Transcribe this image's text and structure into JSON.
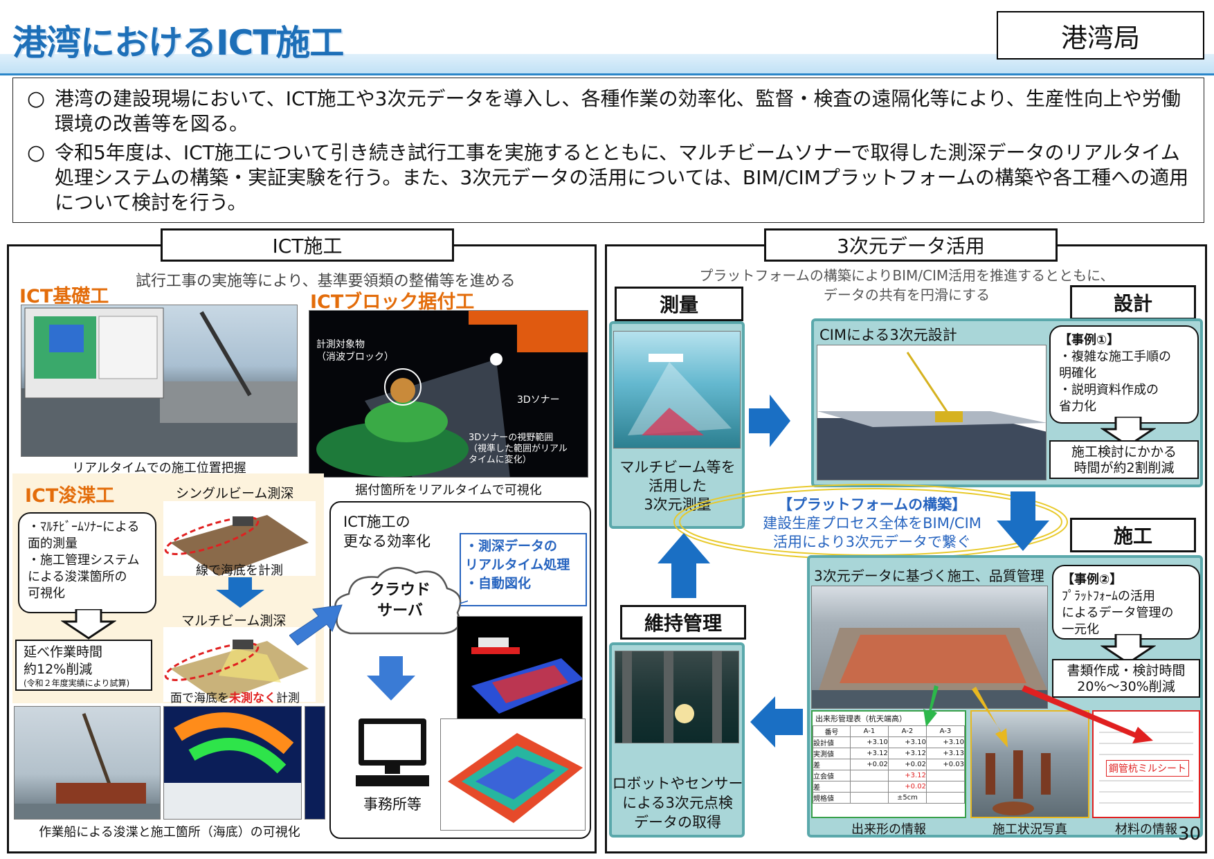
{
  "header": {
    "title": "港湾におけるICT施工",
    "dept": "港湾局",
    "page_number": "30"
  },
  "summary": [
    {
      "bullet": "○",
      "text": "港湾の建設現場において、ICT施工や3次元データを導入し、各種作業の効率化、監督・検査の遠隔化等により、生産性向上や労働環境の改善等を図る。"
    },
    {
      "bullet": "○",
      "text": "令和5年度は、ICT施工について引き続き試行工事を実施するとともに、マルチビームソナーで取得した測深データのリアルタイム処理システムの構築・実証実験を行う。また、3次元データの活用については、BIM/CIMプラットフォームの構築や各工種への適用について検討を行う。"
    }
  ],
  "ict": {
    "heading": "ICT施工",
    "subtitle": "試行工事の実施等により、基準要領類の整備等を進める",
    "kiso": {
      "title": "ICT基礎工",
      "caption": "リアルタイムでの施工位置把握"
    },
    "block": {
      "title": "ICTブロック据付工",
      "caption": "据付箇所をリアルタイムで可視化",
      "label_target": "計測対象物\n（消波ブロック）",
      "label_sonar": "3Dソナー",
      "label_range": "3Dソナーの視野範囲\n（視準した範囲がリアル\nタイムに変化）"
    },
    "shunsetsu": {
      "title": "ICT浚渫工",
      "box_text": "・ﾏﾙﾁﾋﾞｰﾑｿﾅｰによる\n面的測量\n・施工管理システム\nによる浚渫箇所の\n可視化",
      "result_line1": "延べ作業時間",
      "result_line2": "約12%削減",
      "result_note": "(令和２年度実績により試算)",
      "single_label": "シングルビーム測深",
      "single_caption": "線で海底を計測",
      "multi_label": "マルチビーム測深",
      "multi_caption_pre": "面で海底を",
      "multi_caption_em": "未測なく",
      "multi_caption_post": "計測",
      "bottom_caption": "作業船による浚渫と施工箇所（海底）の可視化"
    },
    "efficiency": {
      "title": "ICT施工の\n更なる効率化",
      "callout": "・測深データの\nリアルタイム処理\n・自動図化",
      "cloud": "クラウド\nサーバ",
      "office": "事務所等"
    }
  },
  "data3d": {
    "heading": "3次元データ活用",
    "subtitle": "プラットフォームの構築によりBIM/CIM活用を推進するとともに、\nデータの共有を円滑にする",
    "survey": {
      "label": "測量",
      "text": "マルチビーム等を\n活用した\n3次元測量"
    },
    "design": {
      "label": "設計",
      "box_title": "CIMによる3次元設計",
      "case_title": "【事例①】",
      "case_text": "・複雑な施工手順の\n明確化\n・説明資料作成の\n省力化",
      "result": "施工検討にかかる\n時間が約2割削減"
    },
    "platform": {
      "title": "【プラットフォームの構築】",
      "text": "建設生産プロセス全体をBIM/CIM\n活用により3次元データで繋ぐ"
    },
    "construction": {
      "label": "施工",
      "box_title": "3次元データに基づく施工、品質管理",
      "case_title": "【事例②】",
      "case_text": "ﾌﾟﾗｯﾄﾌｫｰﾑの活用\nによるデータ管理の\n一元化",
      "result": "書類作成・検討時間\n20%～30%削減",
      "cap_dekigata": "出来形の情報",
      "cap_photo": "施工状況写真",
      "cap_material": "材料の情報",
      "mill_sheet": "鋼管杭ミルシート",
      "table": {
        "title": "出来形管理表（杭天端高）",
        "headers": [
          "番号",
          "A-1",
          "A-2",
          "A-3"
        ],
        "rows": [
          [
            "設計値",
            "+3.10",
            "+3.10",
            "+3.10"
          ],
          [
            "実測値",
            "+3.12",
            "+3.12",
            "+3.13"
          ],
          [
            "差",
            "+0.02",
            "+0.02",
            "+0.03"
          ],
          [
            "立会値",
            "",
            "+3.12",
            ""
          ],
          [
            "差",
            "",
            "+0.02",
            ""
          ],
          [
            "規格値",
            "",
            "±5cm",
            ""
          ]
        ]
      }
    },
    "maintenance": {
      "label": "維持管理",
      "text": "ロボットやセンサー\nによる3次元点検\nデータの取得"
    }
  },
  "colors": {
    "title_blue": "#1d6fb8",
    "orange": "#e36c0a",
    "arrow_blue": "#1a6fc4",
    "teal": "#a9d6d8",
    "red": "#e02020"
  }
}
